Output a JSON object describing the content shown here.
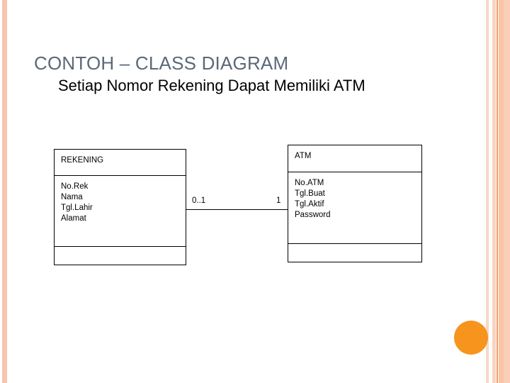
{
  "slide": {
    "title": "CONTOH – CLASS DIAGRAM",
    "subtitle": "Setiap Nomor Rekening Dapat Memiliki ATM",
    "title_color": "#5A6978",
    "subtitle_color": "#000000",
    "background_color": "#FFFFFF"
  },
  "decorations": {
    "left_stripe_color": "#F8C4AB",
    "right_stripe_colors": [
      "#F7D9C8",
      "#F8D4C0",
      "#EF9B6A",
      "#FBC3A4",
      "#F9CFB9"
    ],
    "circle_color": "#F7941E"
  },
  "diagram": {
    "classes": [
      {
        "name": "REKENING",
        "attributes": [
          "No.Rek",
          "Nama",
          "Tgl.Lahir",
          "Alamat"
        ],
        "operations": []
      },
      {
        "name": "ATM",
        "attributes": [
          "No.ATM",
          "Tgl.Buat",
          "Tgl.Aktif",
          "Password"
        ],
        "operations": []
      }
    ],
    "association": {
      "source_multiplicity": "0..1",
      "target_multiplicity": "1"
    }
  }
}
